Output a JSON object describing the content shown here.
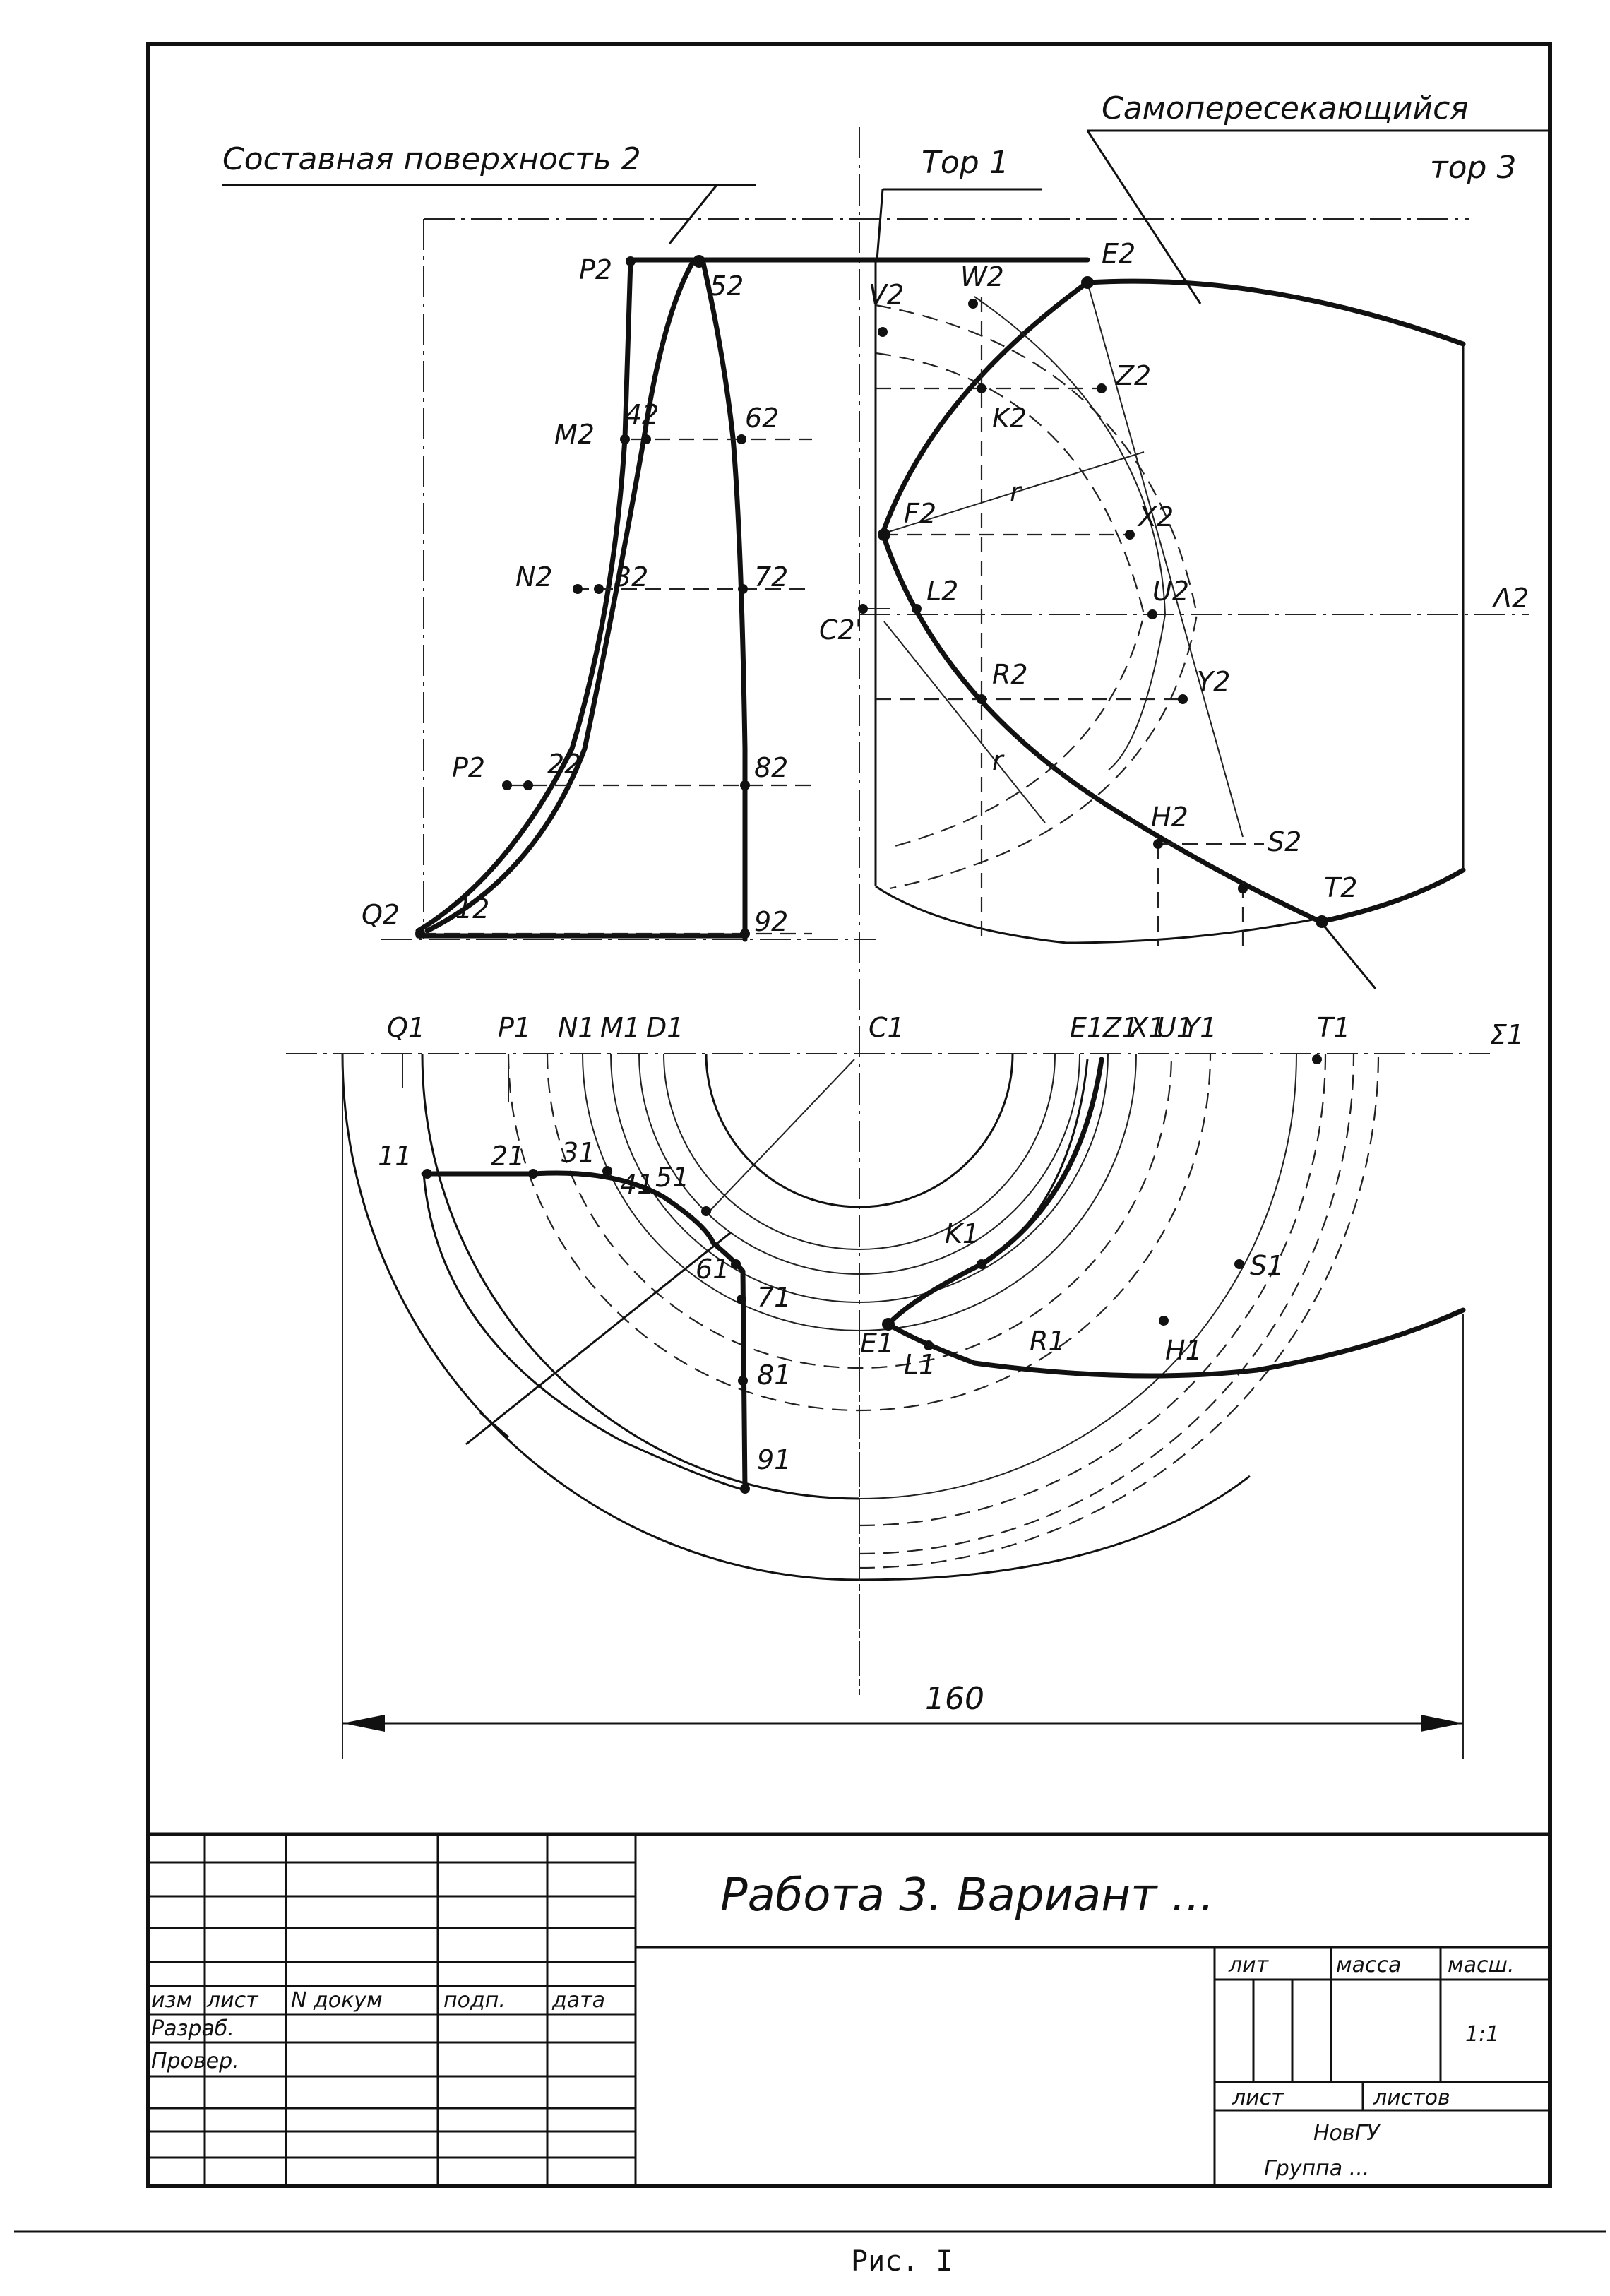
{
  "leaders": {
    "composite": "Составная поверхность 2",
    "torus1": "Тор 1",
    "torus3_l1": "Самопересекающийся",
    "torus3_l2": "тор 3"
  },
  "front_labels": {
    "P2": "P2",
    "L5": "52",
    "V2": "V2",
    "W2": "W2",
    "E2": "E2",
    "M2": "M2",
    "L4": "42",
    "L6": "62",
    "Z2": "Z2",
    "K2": "K2",
    "N2": "N2",
    "L3": "32",
    "L7": "72",
    "F2": "F2",
    "X2": "X2",
    "r1": "r",
    "L2": "L2",
    "C2": "C2'",
    "U2": "U2",
    "Lambda2": "Λ2",
    "R2": "R2",
    "Y2": "Y2",
    "Pp2": "P2",
    "L2b": "22",
    "L8": "82",
    "r2": "r",
    "H2": "H2",
    "S2": "S2",
    "T2": "T2",
    "Q2": "Q2",
    "L1": "12",
    "L9": "92"
  },
  "top_labels": {
    "Q1": "Q1",
    "P1": "P1",
    "N1": "N1",
    "M1": "M1",
    "D1": "D1",
    "C1": "C1",
    "E1": "E1",
    "Z1": "Z1",
    "X1": "X1",
    "U1": "U1",
    "Y1": "Y1",
    "T1": "T1",
    "Sigma1": "Σ1",
    "n1": "11",
    "n2": "21",
    "n3": "31",
    "n4": "41",
    "n5": "51",
    "n6": "61",
    "n7": "71",
    "n8": "81",
    "n9": "91",
    "K1": "K1",
    "S1": "S1",
    "H1": "H1",
    "R1": "R1",
    "E1b": "E1",
    "L1": "L1"
  },
  "dimension": {
    "value": "160"
  },
  "title_block": {
    "title": "Работа 3. Вариант ...",
    "col_izm": "изм",
    "col_list": "лист",
    "col_doc": "N докум",
    "col_sign": "подп.",
    "col_date": "дата",
    "row_razrab": "Разраб.",
    "row_prover": "Провер.",
    "lit": "лит",
    "massa": "масса",
    "masht": "масш.",
    "scale": "1:1",
    "sheet": "лист",
    "sheets": "листов",
    "org": "НовГУ",
    "group": "Группа ..."
  },
  "caption": "Рис. I"
}
